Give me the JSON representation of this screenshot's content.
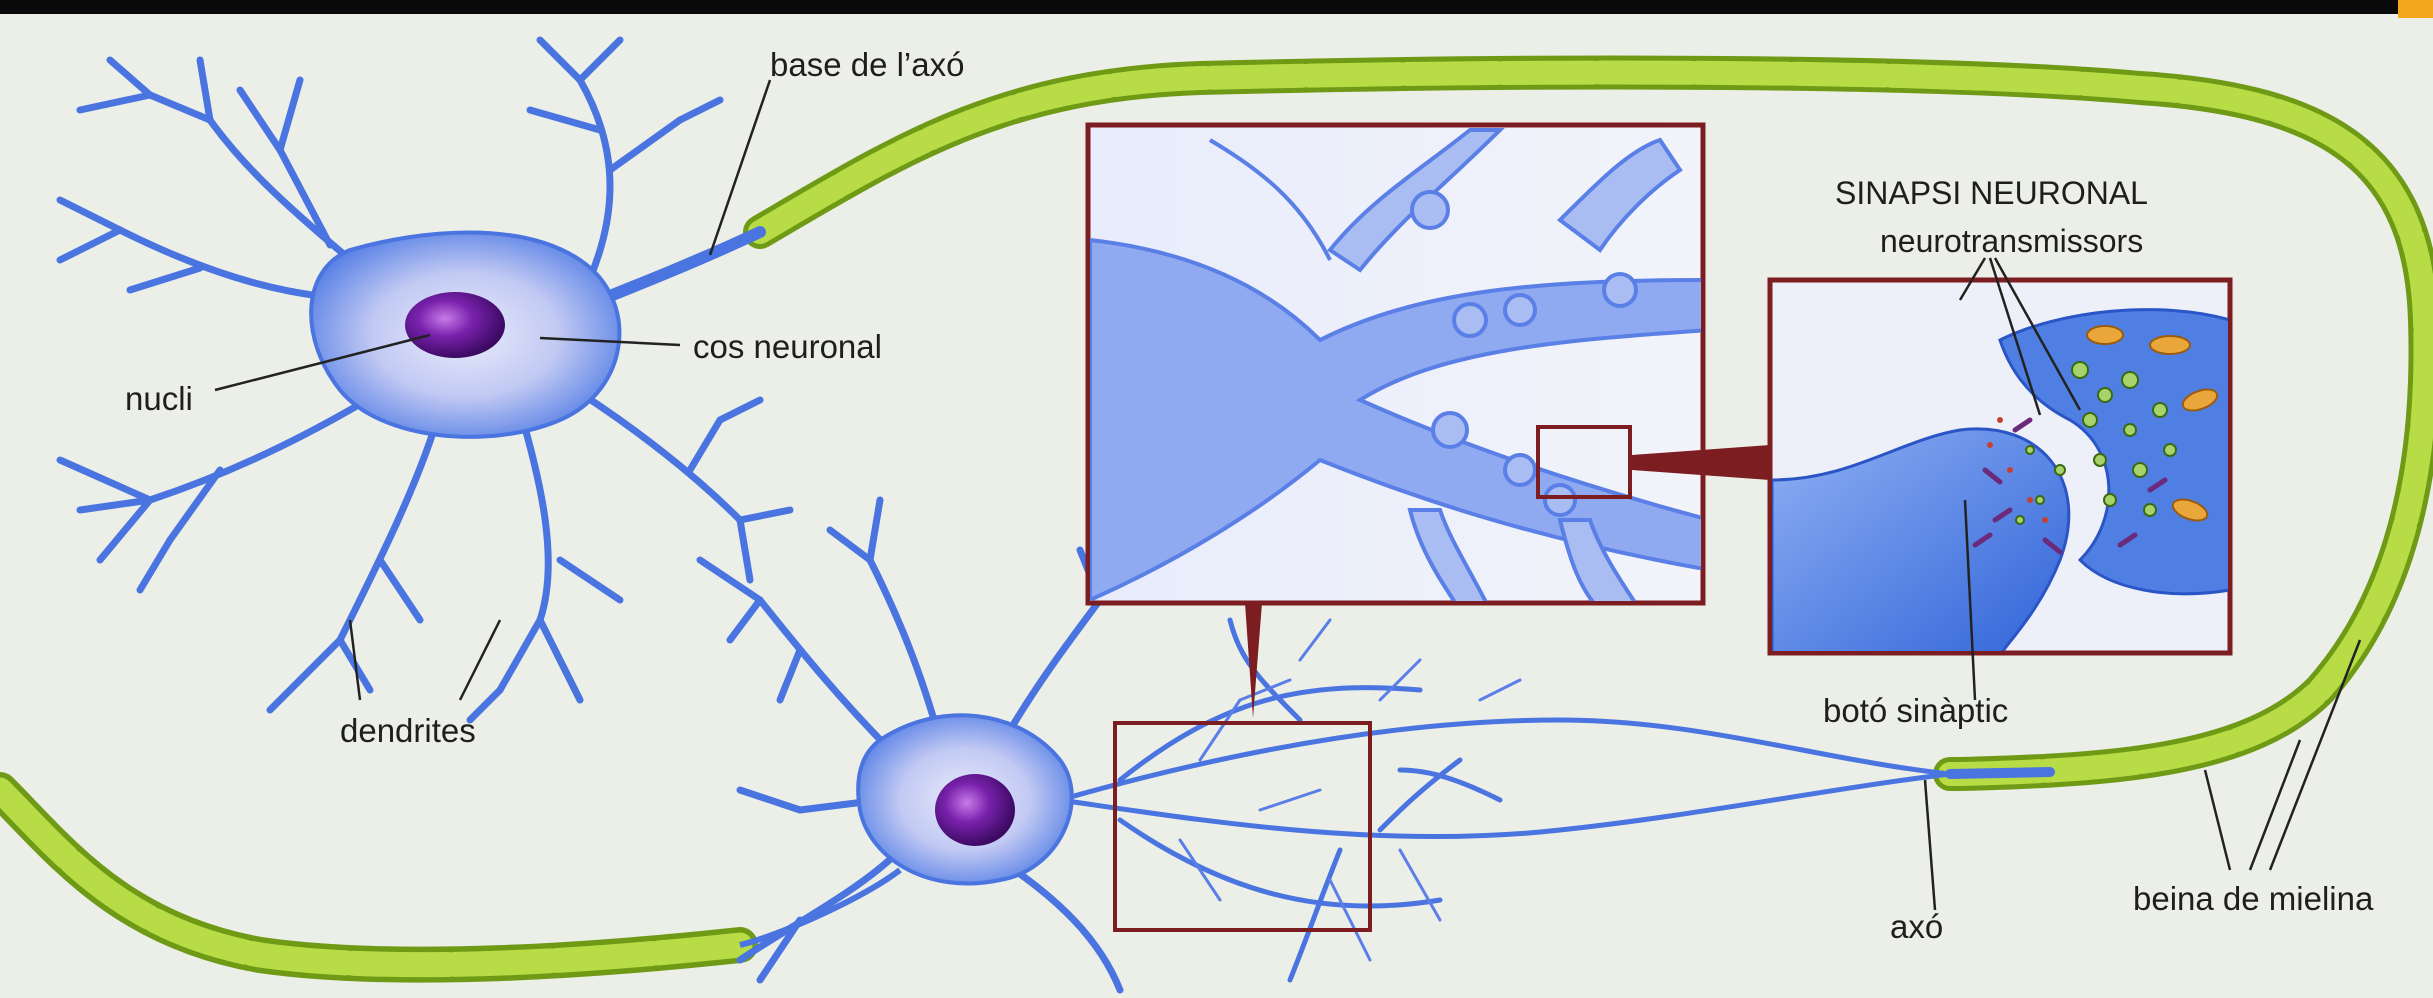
{
  "labels": {
    "axon_base": "base de l’axó",
    "cell_body": "cos neuronal",
    "nucleus": "nucli",
    "dendrites": "dendrites",
    "synapse_title": "SINAPSI NEURONAL",
    "neurotransmitters": "neurotransmissors",
    "synaptic_button": "botó sinàptic",
    "axon": "axó",
    "myelin_sheath": "beina de mielina"
  },
  "colors": {
    "background": "#eceee8",
    "neuron": "#4a74e0",
    "neuron_light": "#c8cff6",
    "nucleus": "#6a1e9a",
    "myelin": "#a3cc2c",
    "myelin_dark": "#6f9a16",
    "inset_frame": "#7c1d22",
    "leader_line": "#222222",
    "corner_accent": "#f3a71b"
  }
}
